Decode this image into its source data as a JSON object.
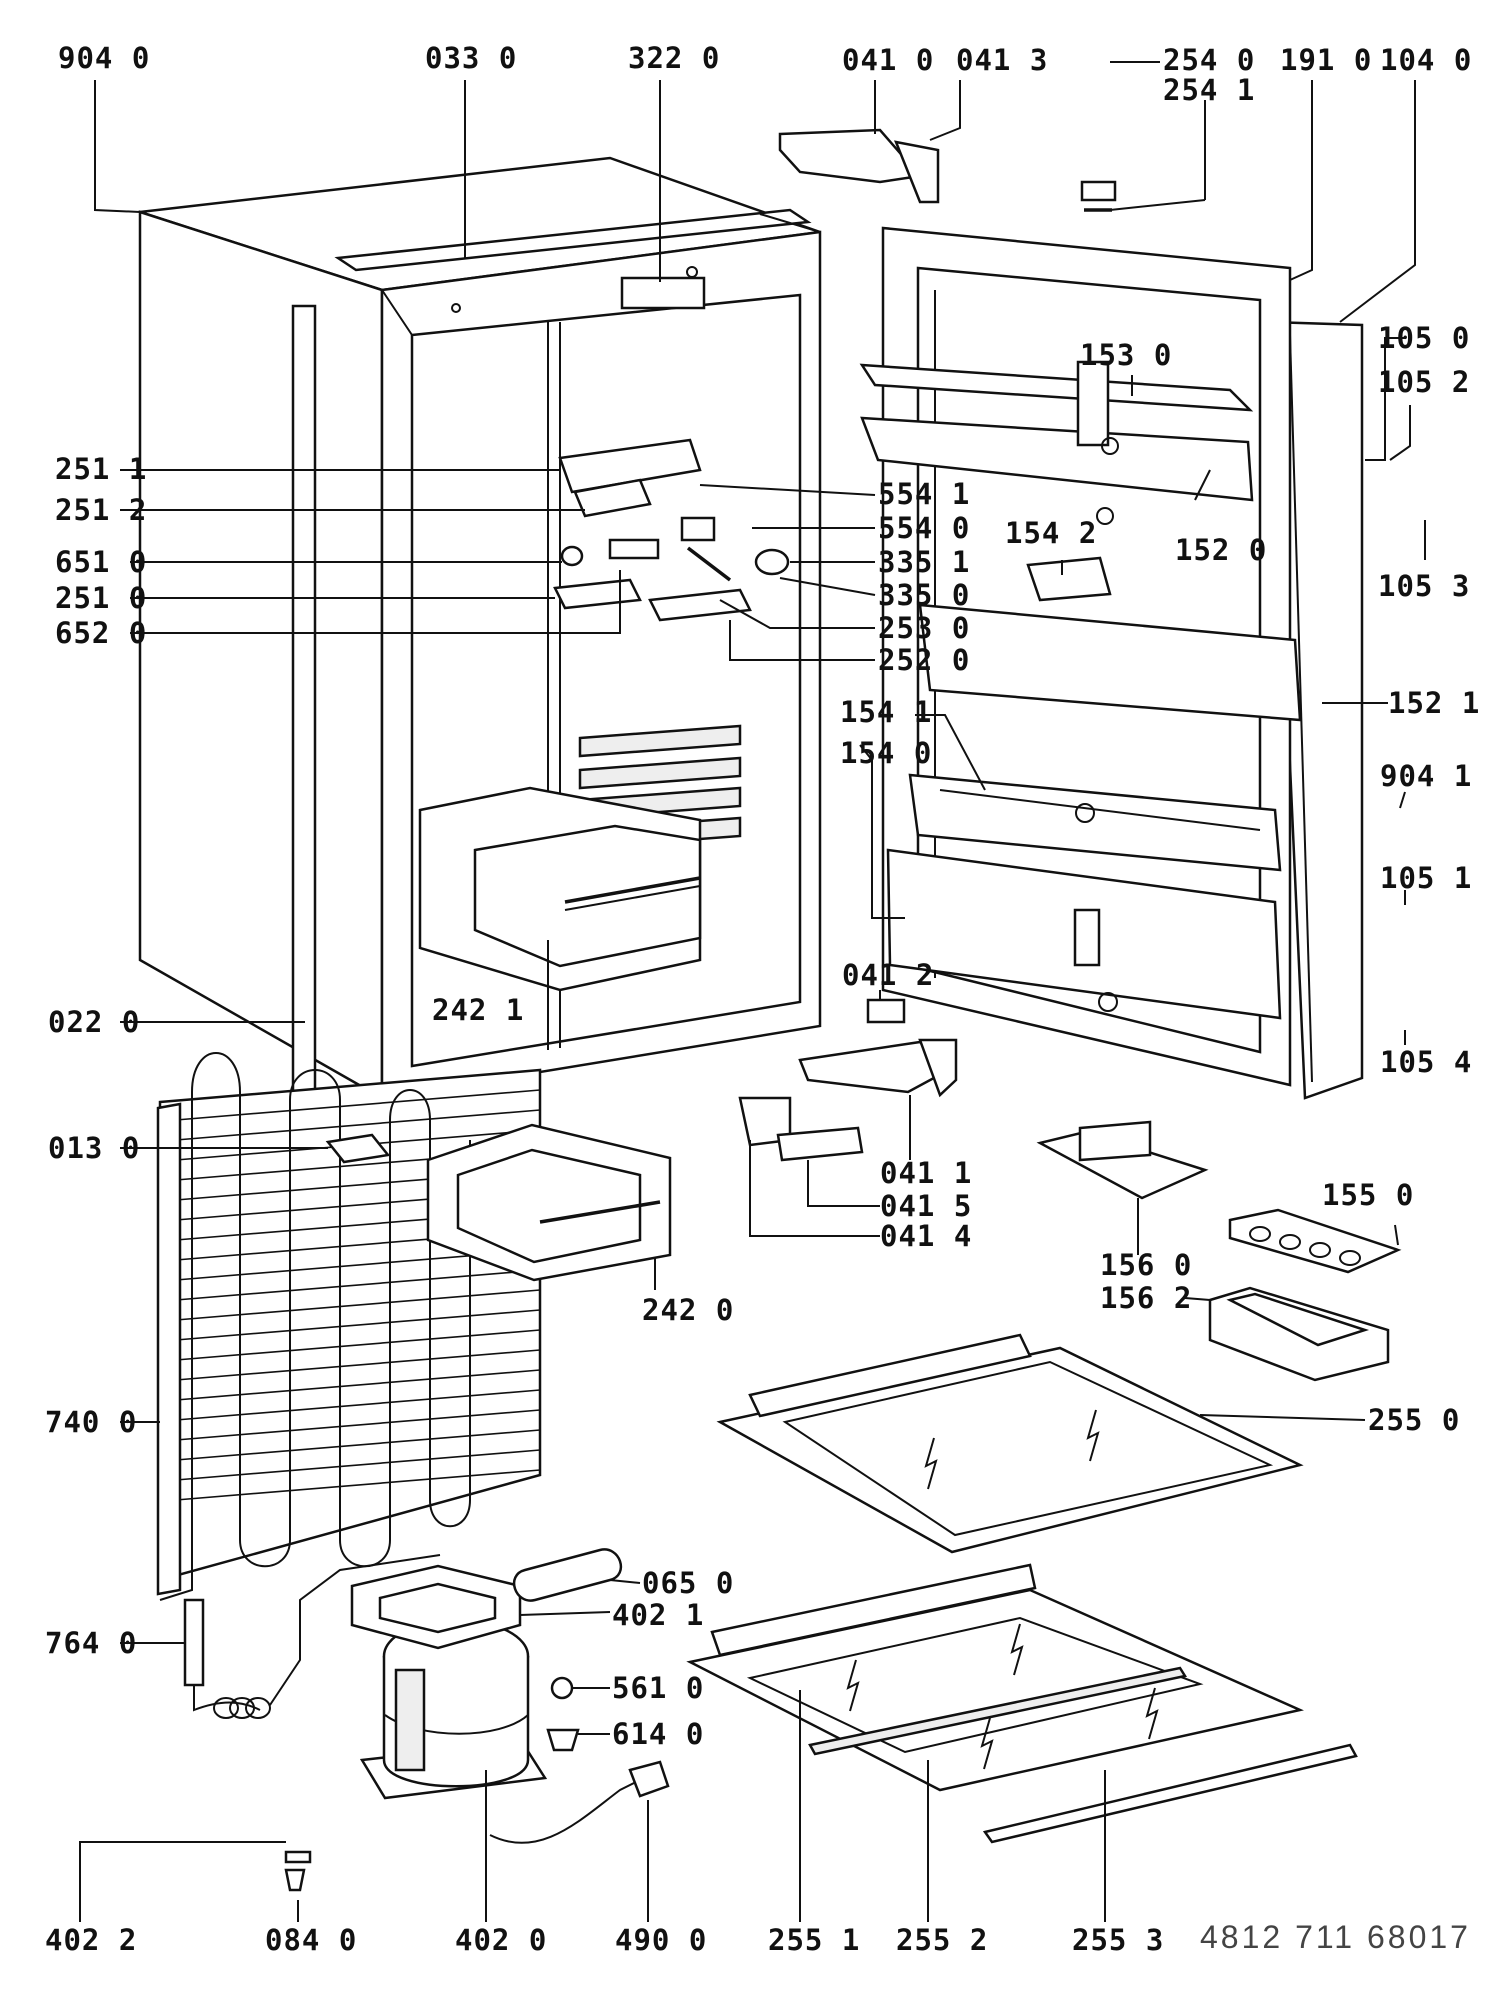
{
  "document_number": "4812 711 68017",
  "labels": {
    "l9040": "904 0",
    "l0330": "033 0",
    "l3220": "322 0",
    "l0410": "041 0",
    "l0413": "041 3",
    "l2540": "254 0",
    "l2541": "254 1",
    "l1910": "191 0",
    "l1040": "104 0",
    "l1050": "105 0",
    "l1052": "105 2",
    "l1053": "105 3",
    "l1530": "153 0",
    "l1520": "152 0",
    "l1542": "154 2",
    "l2511": "251 1",
    "l2512": "251 2",
    "l6510": "651 0",
    "l2510": "251 0",
    "l6520": "652 0",
    "l5541": "554 1",
    "l5540": "554 0",
    "l3351": "335 1",
    "l3350": "335 0",
    "l2530": "253 0",
    "l2520": "252 0",
    "l1521": "152 1",
    "l1541": "154 1",
    "l1540": "154 0",
    "l9041": "904 1",
    "l1051": "105 1",
    "l1054": "105 4",
    "l2421": "242 1",
    "l0412": "041 2",
    "l0220": "022 0",
    "l0130": "013 0",
    "l0411": "041 1",
    "l0415": "041 5",
    "l0414": "041 4",
    "l2420": "242 0",
    "l1550": "155 0",
    "l1560": "156 0",
    "l1562": "156 2",
    "l7400": "740 0",
    "l2550": "255 0",
    "l0650": "065 0",
    "l4021": "402 1",
    "l7640": "764 0",
    "l5610": "561 0",
    "l6140": "614 0",
    "l4022": "402 2",
    "l0840": "084 0",
    "l4020": "402 0",
    "l4900": "490 0",
    "l2551": "255 1",
    "l2552": "255 2",
    "l2553": "255 3"
  }
}
